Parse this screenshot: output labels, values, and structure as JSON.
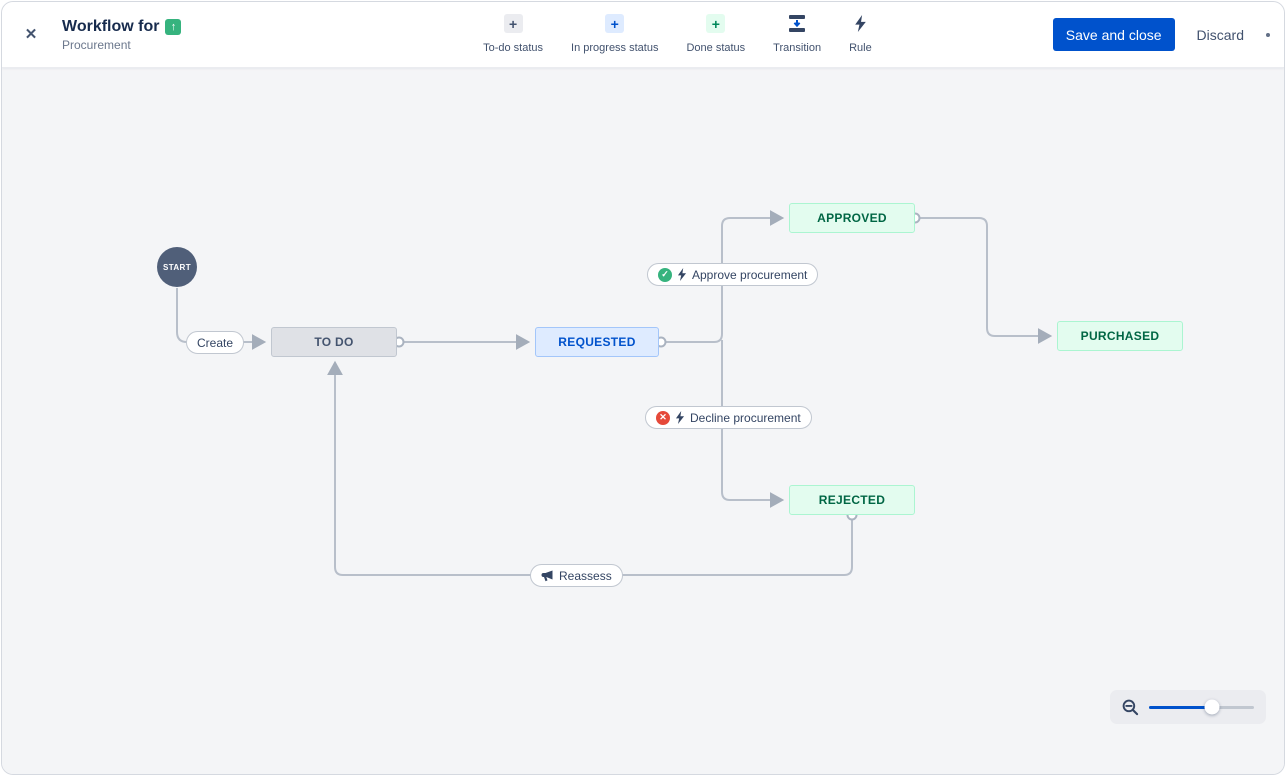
{
  "header": {
    "title": "Workflow for",
    "subtitle": "Procurement",
    "close_icon": "✕",
    "published_icon": "↑",
    "toolbar": {
      "items": [
        {
          "label": "To-do status",
          "icon": "plus-icon",
          "glyph": "+"
        },
        {
          "label": "In progress status",
          "icon": "plus-icon",
          "glyph": "+"
        },
        {
          "label": "Done status",
          "icon": "plus-icon",
          "glyph": "+"
        },
        {
          "label": "Transition",
          "icon": "transition-icon"
        },
        {
          "label": "Rule",
          "icon": "lightning-icon"
        }
      ]
    },
    "save_button": "Save and close",
    "discard_button": "Discard"
  },
  "canvas": {
    "start_node": "START",
    "statuses": [
      {
        "label": "TO DO",
        "category": "todo"
      },
      {
        "label": "REQUESTED",
        "category": "in-progress"
      },
      {
        "label": "APPROVED",
        "category": "done"
      },
      {
        "label": "PURCHASED",
        "category": "done"
      },
      {
        "label": "REJECTED",
        "category": "done"
      }
    ],
    "transitions": [
      {
        "label": "Create",
        "icons": []
      },
      {
        "label": "Approve procurement",
        "icons": [
          "approve-badge-icon",
          "lightning-icon"
        ],
        "badge_glyph": "✓"
      },
      {
        "label": "Decline procurement",
        "icons": [
          "decline-badge-icon",
          "lightning-icon"
        ],
        "badge_glyph": "✕"
      },
      {
        "label": "Reassess",
        "icons": [
          "megaphone-icon"
        ]
      }
    ],
    "zoom": {
      "slider_percent": 60
    }
  },
  "colors": {
    "primary": "#0052cc",
    "canvas_bg": "#f4f5f7",
    "todo_bg": "#dfe1e6",
    "in_progress_bg": "#deebff",
    "done_bg": "#e3fcef",
    "done_text": "#006644",
    "in_progress_text": "#0052cc",
    "todo_text": "#44546f",
    "approve_badge": "#36b37e",
    "decline_badge": "#e5493a",
    "edge": "#b8bfca",
    "start_node_bg": "#505f79"
  }
}
